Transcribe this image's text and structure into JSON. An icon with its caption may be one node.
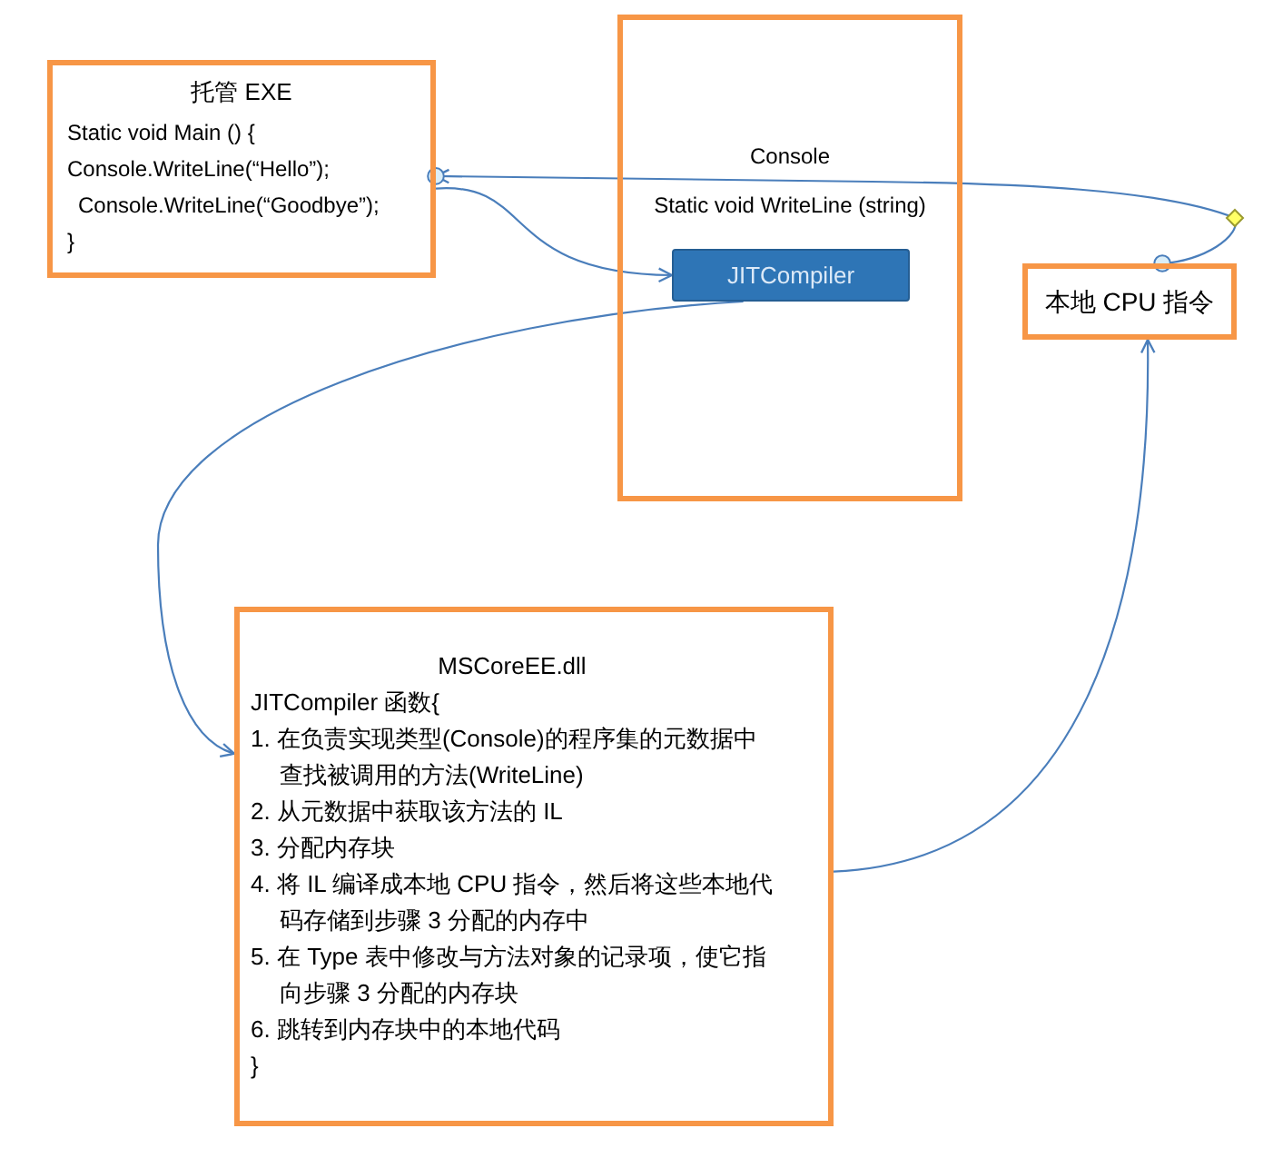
{
  "diagram": {
    "nodes": [
      {
        "text": [
          "托管 EXE",
          "Static void Main () {",
          "Console.WriteLine(“Hello”);",
          "Console.WriteLine(“Goodbye”);",
          "}"
        ]
      },
      {
        "text": [
          "Console",
          "Static void WriteLine (string)"
        ]
      },
      {
        "text": [
          "JITCompiler"
        ],
        "in": 1
      },
      {
        "text": [
          "本地 CPU 指令"
        ]
      },
      {
        "text": [
          "MSCoreEE.dll",
          "JITCompiler 函数{",
          "1. 在负责实现类型(Console)的程序集的元数据中查找被调用的方法(WriteLine)",
          "2. 从元数据中获取该方法的 IL",
          "3. 分配内存块",
          "4. 将 IL 编译成本地 CPU 指令，然后将这些本地代码存储到步骤 3 分配的内存中",
          "5. 在 Type 表中修改与方法对象的记录项，使它指向步骤 3 分配的内存块",
          "6. 跳转到内存块中的本地代码",
          "}"
        ]
      }
    ],
    "edges": [
      {
        "from": 0,
        "to": 2,
        "arrow": "to"
      },
      {
        "from": 2,
        "to": 4,
        "arrow": "to"
      },
      {
        "from": 4,
        "to": 3,
        "arrow": "to"
      },
      {
        "from": 3,
        "to": 0,
        "arrow": "to"
      }
    ]
  }
}
